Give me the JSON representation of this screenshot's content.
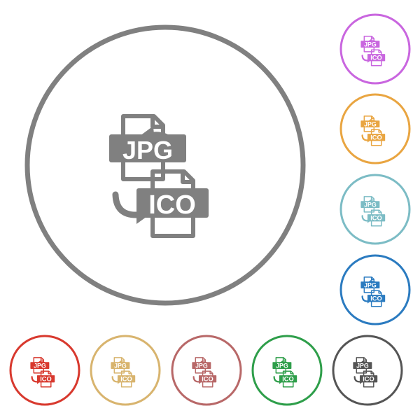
{
  "labels": {
    "source": "JPG",
    "target": "ICO"
  },
  "main_icon": {
    "color": "#808080",
    "bg": "#ffffff"
  },
  "variants": [
    {
      "name": "violet",
      "color": "#c966df"
    },
    {
      "name": "orange",
      "color": "#e9a541"
    },
    {
      "name": "teal",
      "color": "#7cbcc5"
    },
    {
      "name": "blue",
      "color": "#2b7bc0"
    },
    {
      "name": "red",
      "color": "#d8392e"
    },
    {
      "name": "tan",
      "color": "#d8b46e"
    },
    {
      "name": "rose",
      "color": "#b86868"
    },
    {
      "name": "green",
      "color": "#2e9e4a"
    },
    {
      "name": "dark-gray",
      "color": "#555555"
    }
  ]
}
